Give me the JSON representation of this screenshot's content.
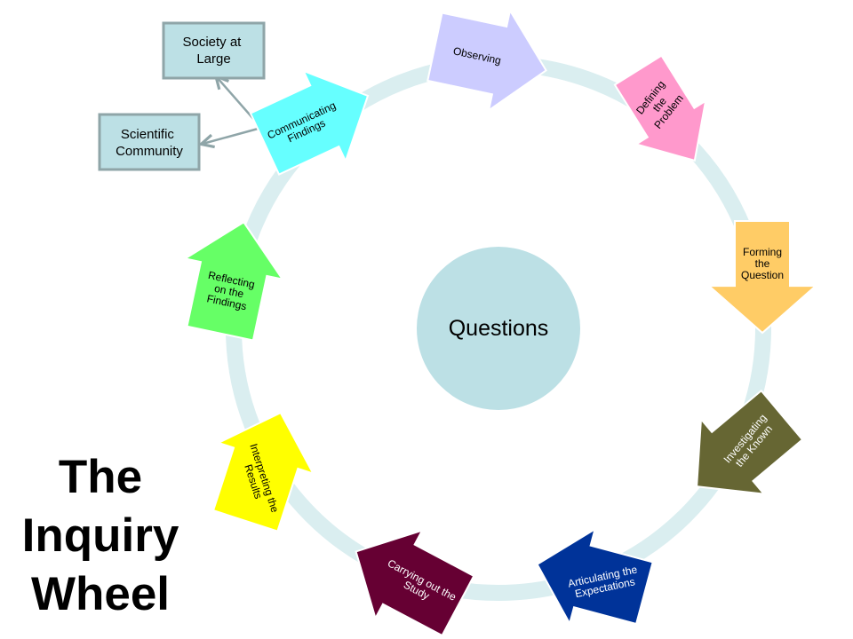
{
  "title": {
    "lines": [
      "The",
      "Inquiry",
      "Wheel"
    ]
  },
  "center": {
    "label": "Questions",
    "color": "#bce0e5"
  },
  "ring": {
    "color": "#daeef0"
  },
  "steps": [
    {
      "id": "observing",
      "lines": [
        "Observing"
      ],
      "color": "#ccccff",
      "text_color": "#000000"
    },
    {
      "id": "defining-the-problem",
      "lines": [
        "Defining",
        "the",
        "Problem"
      ],
      "color": "#ff99cc",
      "text_color": "#000000"
    },
    {
      "id": "forming-the-question",
      "lines": [
        "Forming",
        "the",
        "Question"
      ],
      "color": "#ffcc66",
      "text_color": "#000000"
    },
    {
      "id": "investigating-the-known",
      "lines": [
        "Investigating",
        "the Known"
      ],
      "color": "#666633",
      "text_color": "#ffffff"
    },
    {
      "id": "articulating-the-expectations",
      "lines": [
        "Articulating the",
        "Expectations"
      ],
      "color": "#003399",
      "text_color": "#ffffff"
    },
    {
      "id": "carrying-out-the-study",
      "lines": [
        "Carrying out the",
        "Study"
      ],
      "color": "#660033",
      "text_color": "#ffffff"
    },
    {
      "id": "interpreting-the-results",
      "lines": [
        "Interpreting the",
        "Results"
      ],
      "color": "#ffff00",
      "text_color": "#000000"
    },
    {
      "id": "reflecting-on-the-findings",
      "lines": [
        "Reflecting",
        "on the",
        "Findings"
      ],
      "color": "#66ff66",
      "text_color": "#000000"
    },
    {
      "id": "communicating-findings",
      "lines": [
        "Communicating",
        "Findings"
      ],
      "color": "#66ffff",
      "text_color": "#000000"
    }
  ],
  "audiences": [
    {
      "id": "society-at-large",
      "lines": [
        "Society at",
        "Large"
      ]
    },
    {
      "id": "scientific-community",
      "lines": [
        "Scientific",
        "Community"
      ]
    }
  ],
  "audience_box": {
    "fill": "#bce0e5",
    "stroke": "#8fa5a8"
  },
  "connector_color": "#8fa5a8"
}
